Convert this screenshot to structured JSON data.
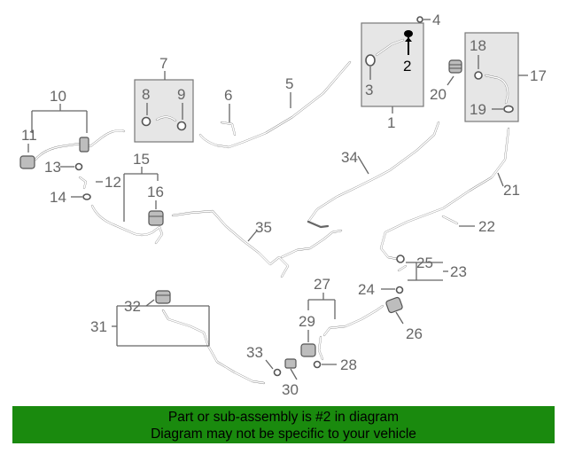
{
  "callouts": {
    "c1": "1",
    "c2": "2",
    "c3": "3",
    "c4": "4",
    "c5": "5",
    "c6": "6",
    "c7": "7",
    "c8": "8",
    "c9": "9",
    "c10": "10",
    "c11": "11",
    "c12": "12",
    "c13": "13",
    "c14": "14",
    "c15": "15",
    "c16": "16",
    "c17": "17",
    "c18": "18",
    "c19": "19",
    "c20": "20",
    "c21": "21",
    "c22": "22",
    "c23": "23",
    "c24": "24",
    "c25": "25",
    "c26": "26",
    "c27": "27",
    "c28": "28",
    "c29": "29",
    "c30": "30",
    "c31": "31",
    "c32": "32",
    "c33": "33",
    "c34": "34",
    "c35": "35"
  },
  "highlighted_part": "2",
  "footer": {
    "line1": "Part or sub-assembly is #2 in diagram",
    "line2": "Diagram may not be specific to your vehicle"
  },
  "colors": {
    "footer_bg": "#1a8a0e",
    "line": "#666666",
    "highlight": "#000000"
  }
}
